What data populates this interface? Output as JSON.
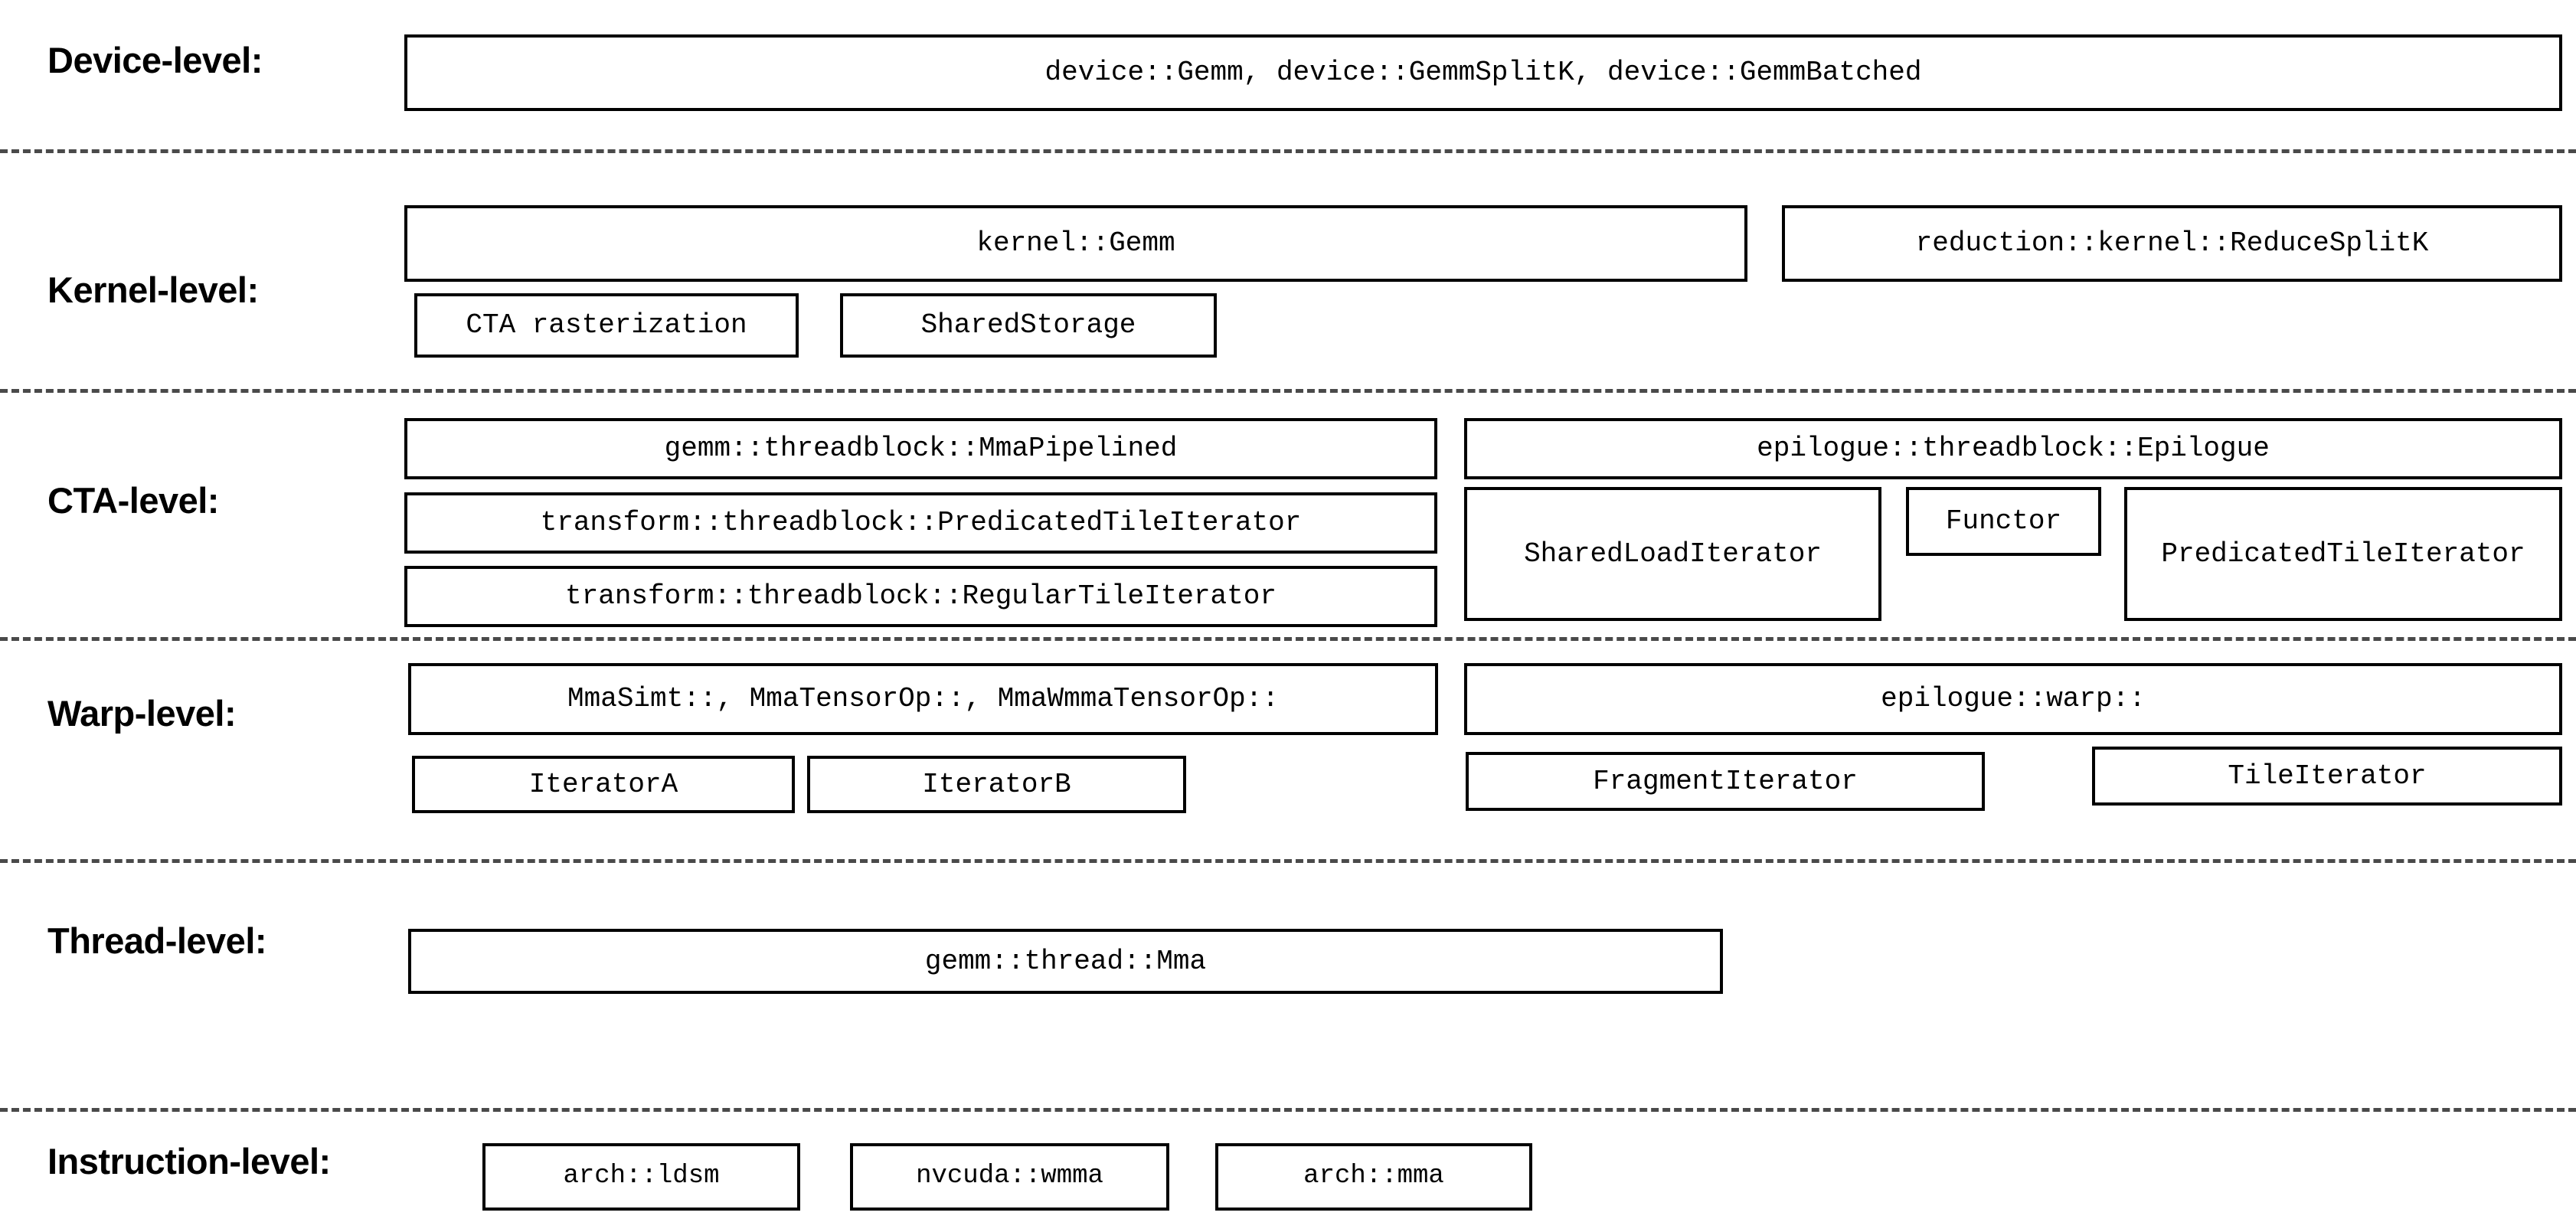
{
  "diagram": {
    "title": "CUTLASS GEMM template hierarchy",
    "colors": {
      "box_border": "#000000",
      "background": "#ffffff",
      "separator": "#4a4a4a",
      "text": "#000000"
    },
    "levels": [
      {
        "id": "device",
        "label": "Device-level:",
        "boxes": [
          {
            "id": "device-gemm",
            "label": "device::Gemm, device::GemmSplitK, device::GemmBatched"
          }
        ]
      },
      {
        "id": "kernel",
        "label": "Kernel-level:",
        "boxes": [
          {
            "id": "kernel-gemm",
            "label": "kernel::Gemm"
          },
          {
            "id": "reduction-kernel-reducesplitk",
            "label": "reduction::kernel::ReduceSplitK"
          },
          {
            "id": "cta-rasterization",
            "label": "CTA rasterization"
          },
          {
            "id": "shared-storage",
            "label": "SharedStorage"
          }
        ]
      },
      {
        "id": "cta",
        "label": "CTA-level:",
        "boxes": [
          {
            "id": "gemm-threadblock-mmapipelined",
            "label": "gemm::threadblock::MmaPipelined"
          },
          {
            "id": "transform-threadblock-predicatedtileiterator",
            "label": "transform::threadblock::PredicatedTileIterator"
          },
          {
            "id": "transform-threadblock-regulartileiterator",
            "label": "transform::threadblock::RegularTileIterator"
          },
          {
            "id": "epilogue-threadblock-epilogue",
            "label": "epilogue::threadblock::Epilogue"
          },
          {
            "id": "sharedloaditerator",
            "label": "SharedLoadIterator"
          },
          {
            "id": "functor",
            "label": "Functor"
          },
          {
            "id": "predicatedtileiterator",
            "label": "PredicatedTileIterator"
          }
        ]
      },
      {
        "id": "warp",
        "label": "Warp-level:",
        "boxes": [
          {
            "id": "warp-mma-ops",
            "label": "MmaSimt::, MmaTensorOp::, MmaWmmaTensorOp::"
          },
          {
            "id": "epilogue-warp",
            "label": "epilogue::warp::"
          },
          {
            "id": "iterator-a",
            "label": "IteratorA"
          },
          {
            "id": "iterator-b",
            "label": "IteratorB"
          },
          {
            "id": "fragmentiterator",
            "label": "FragmentIterator"
          },
          {
            "id": "tileiterator",
            "label": "TileIterator"
          }
        ]
      },
      {
        "id": "thread",
        "label": "Thread-level:",
        "boxes": [
          {
            "id": "gemm-thread-mma",
            "label": "gemm::thread::Mma"
          }
        ]
      },
      {
        "id": "instruction",
        "label": "Instruction-level:",
        "boxes": [
          {
            "id": "arch-ldsm",
            "label": "arch::ldsm"
          },
          {
            "id": "nvcuda-wmma",
            "label": "nvcuda::wmma"
          },
          {
            "id": "arch-mma",
            "label": "arch::mma"
          }
        ]
      }
    ]
  }
}
